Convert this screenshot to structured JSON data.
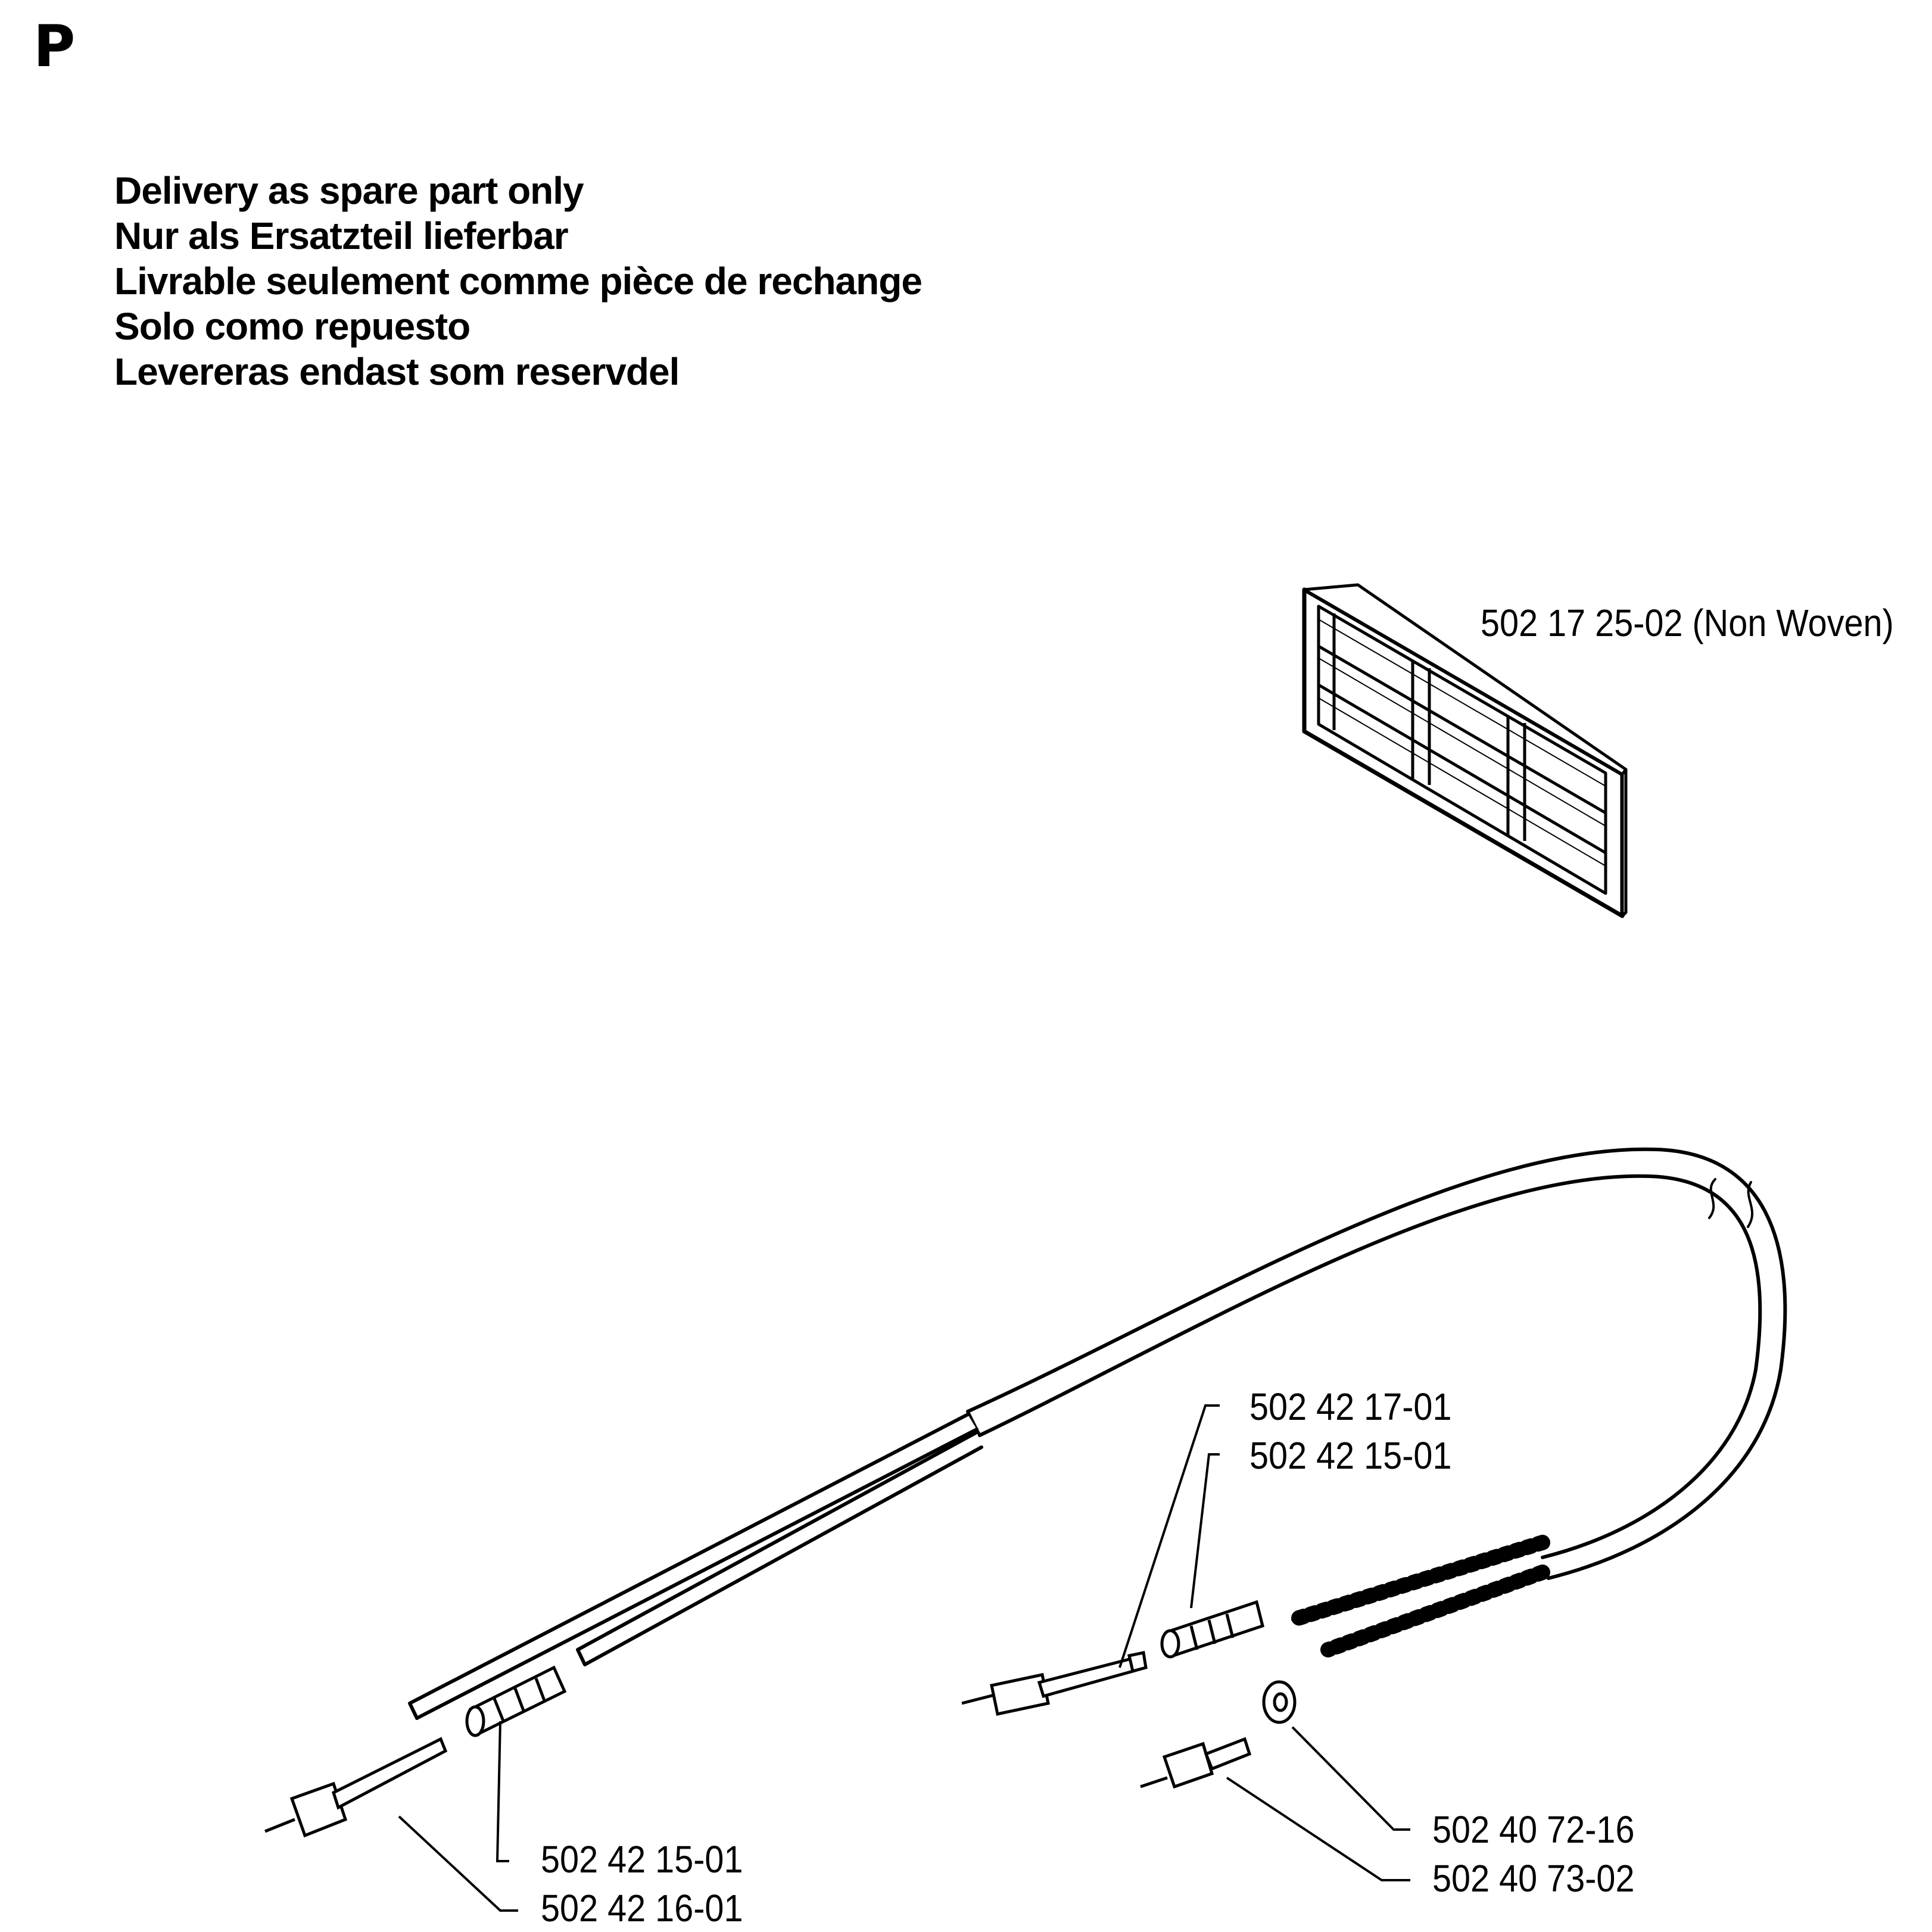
{
  "page_marker": "P",
  "notes": [
    "Delivery as spare part only",
    "Nur als Ersatzteil lieferbar",
    "Livrable seulement comme pièce de rechange",
    "Solo como repuesto",
    "Levereras endast som reservdel"
  ],
  "parts": {
    "filter": "502 17 25-02 (Non Woven)",
    "pin_upper": "502 42 17-01",
    "sleeve_upper": "502 42 15-01",
    "sleeve_lower": "502 42 15-01",
    "pin_lower": "502 42 16-01",
    "washer": "502 40 72-16",
    "nipple": "502 40 73-02"
  }
}
